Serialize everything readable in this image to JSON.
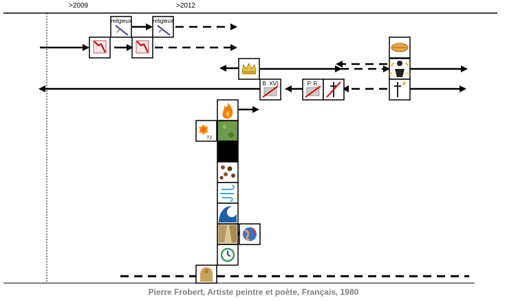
{
  "timeline": {
    "years": [
      "&gt;2009",
      "&gt;2012"
    ],
    "years_plain": [
      ">2009",
      ">2012"
    ]
  },
  "boxes": {
    "religieux_label": "religieux",
    "seven_j_label": "7J",
    "bxvi_label": "B. XVI",
    "pr_label": "P. R."
  },
  "icons": [
    "sword-icon",
    "chart-down-icon",
    "crown-icon",
    "handshake-icon",
    "person-icon",
    "cross-icon",
    "fire-icon",
    "explosion-icon",
    "green-field-icon",
    "dark-square-icon",
    "rocks-icon",
    "wind-icon",
    "wave-icon",
    "canyon-icon",
    "globe-icon",
    "clock-icon",
    "sphinx-icon"
  ],
  "caption": "Pierre Frobert, Artiste peintre et poète, Français, 1980"
}
